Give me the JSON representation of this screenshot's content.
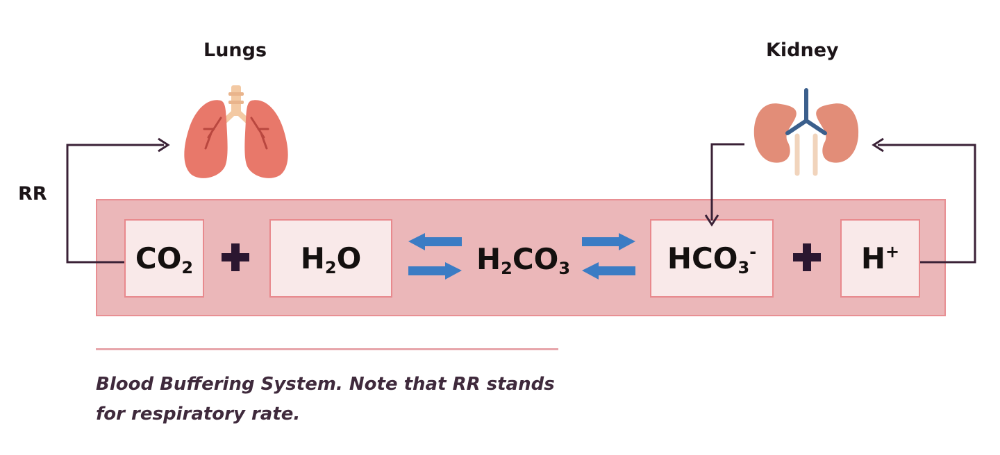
{
  "organs": {
    "lungs_label": "Lungs",
    "kidney_label": "Kidney",
    "rr_label": "RR"
  },
  "equation": {
    "co2": {
      "base": "CO",
      "sub": "2"
    },
    "h2o": {
      "pre": "H",
      "sub": "2",
      "post": "O"
    },
    "h2co3": {
      "pre": "H",
      "sub1": "2",
      "mid": "CO",
      "sub2": "3"
    },
    "hco3": {
      "base": "HCO",
      "sub": "3",
      "sup": "-"
    },
    "h": {
      "base": "H",
      "sup": "+"
    }
  },
  "caption": {
    "line1": "Blood Buffering System. Note that RR stands",
    "line2": "for respiratory rate."
  },
  "colors": {
    "band_fill": "#ebb7b9",
    "box_fill": "#f9e9e9",
    "equilibrium_arrows": "#3b7cc4",
    "connector_lines": "#3a2136",
    "lungs": "#e8786a",
    "kidney": "#e28d78",
    "caption_rule": "#e7a6ab"
  }
}
